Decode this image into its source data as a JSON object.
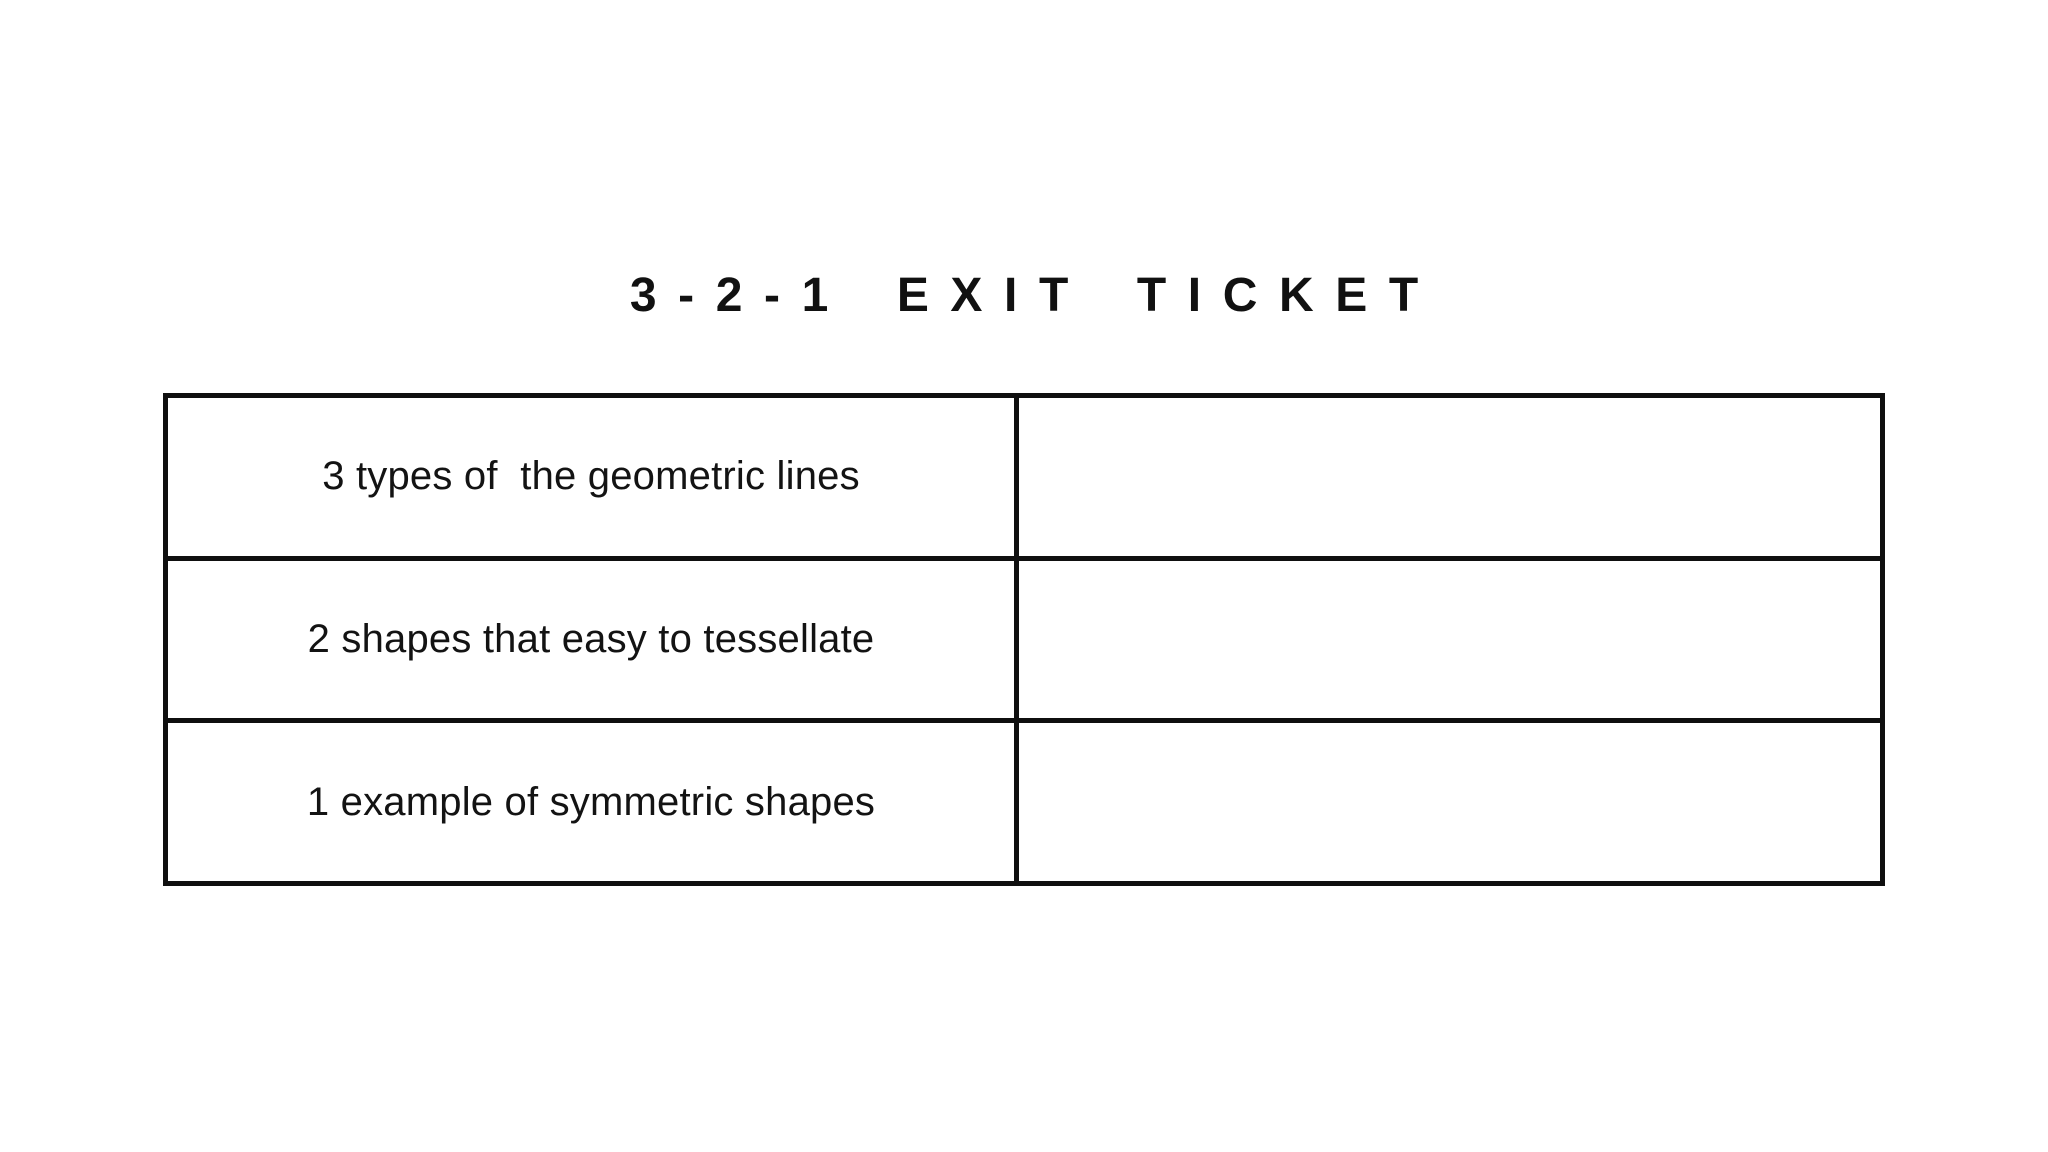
{
  "page": {
    "background_color": "#ffffff",
    "text_color": "#111111",
    "border_color": "#0f0f0f"
  },
  "title": "3-2-1 EXIT TICKET",
  "table": {
    "rows": [
      {
        "prompt": "3 types of  the geometric lines",
        "answer": ""
      },
      {
        "prompt": "2 shapes that easy to tessellate",
        "answer": ""
      },
      {
        "prompt": "1 example of symmetric shapes",
        "answer": ""
      }
    ]
  }
}
